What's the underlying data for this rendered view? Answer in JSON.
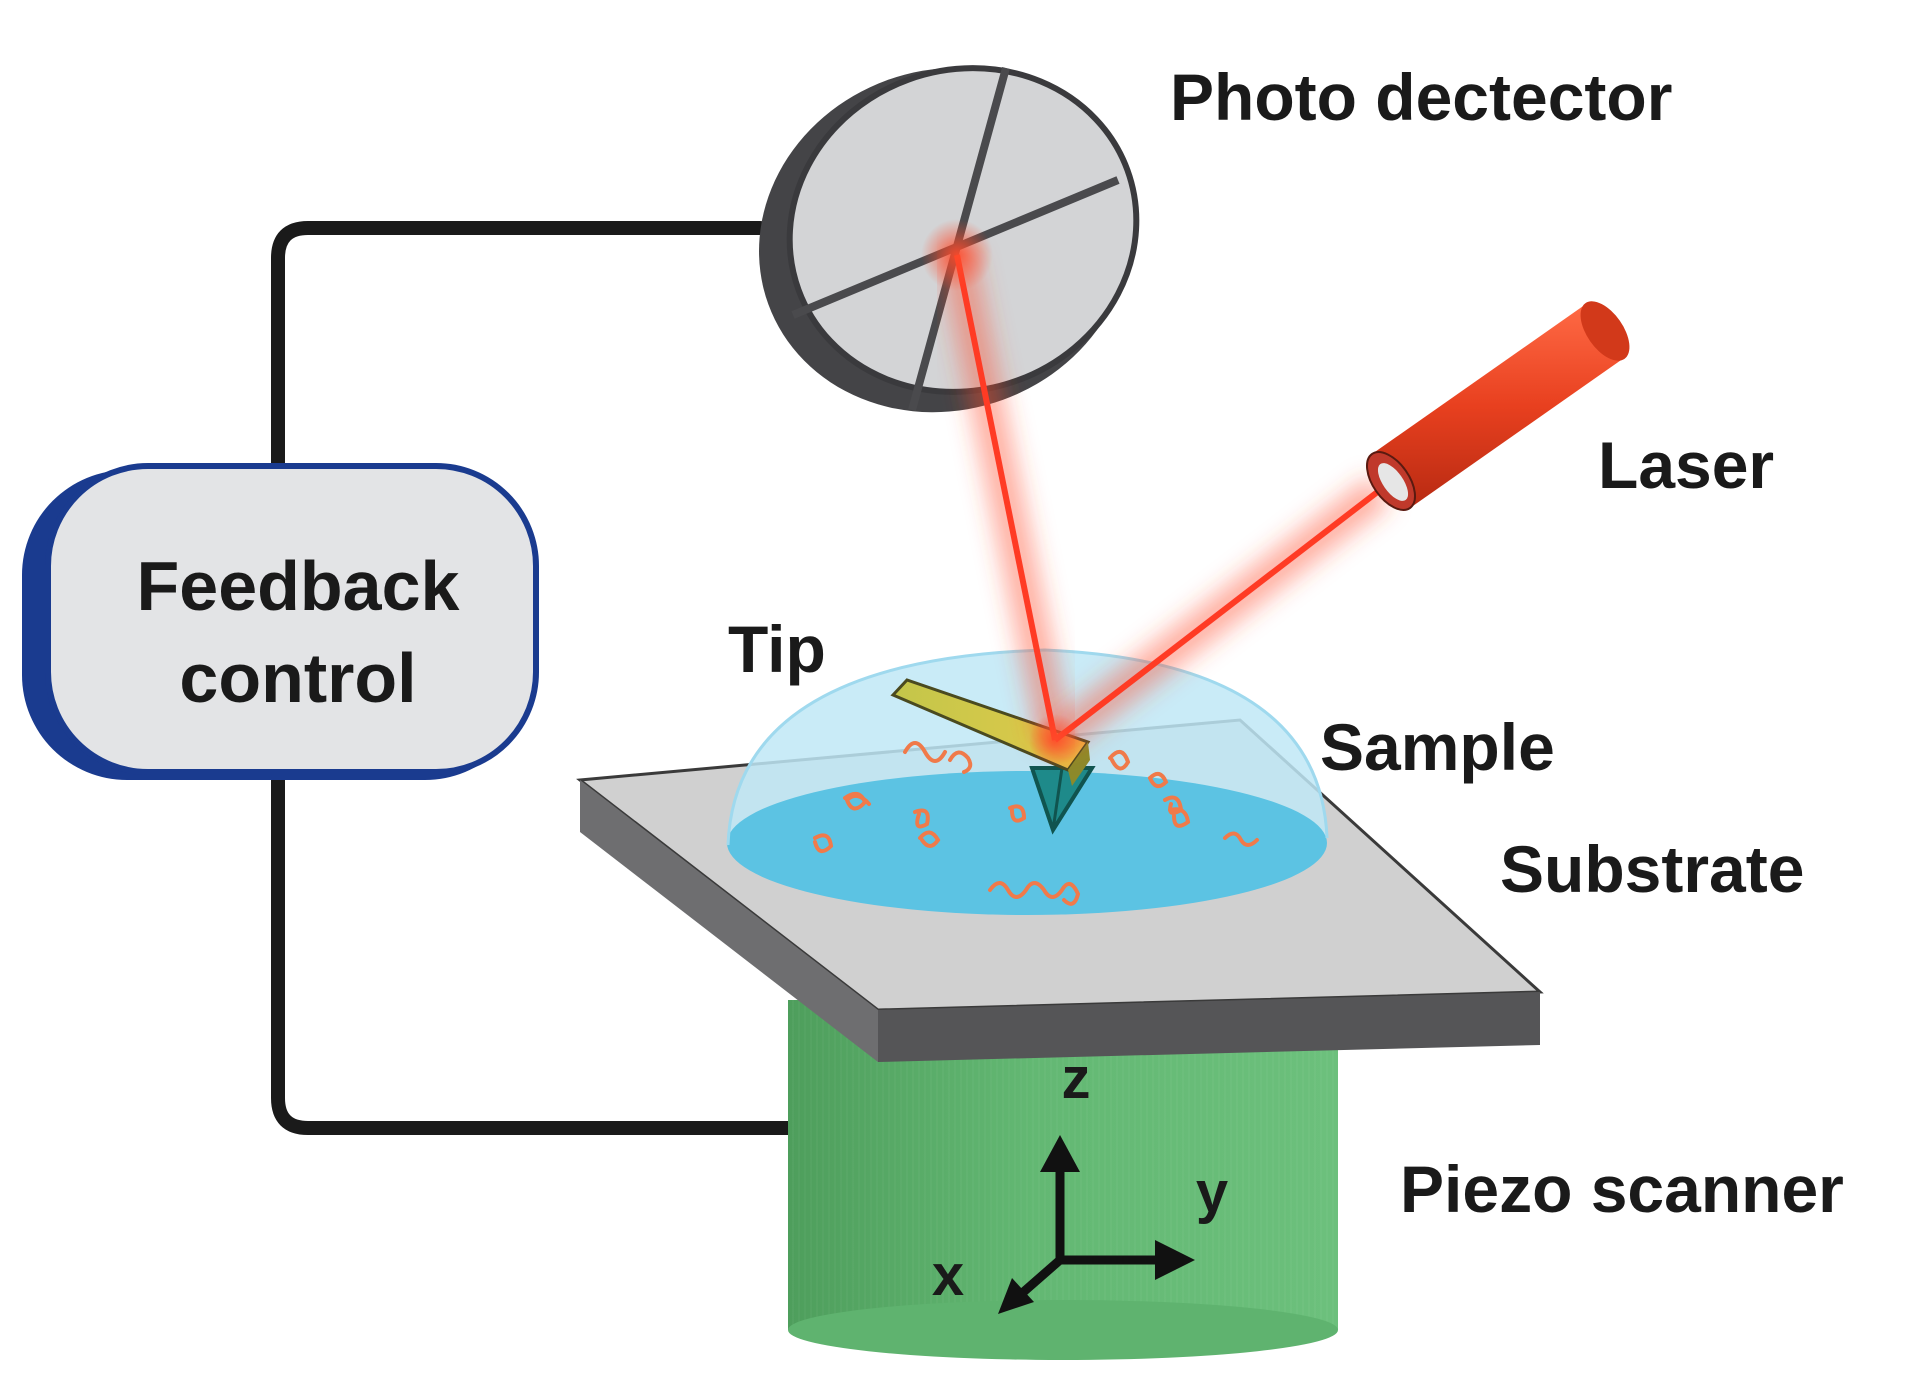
{
  "diagram": {
    "labels": {
      "photo_detector": "Photo dectector",
      "laser": "Laser",
      "tip": "Tip",
      "sample": "Sample",
      "substrate": "Substrate",
      "piezo_scanner": "Piezo scanner",
      "feedback_line1": "Feedback",
      "feedback_line2": "control"
    },
    "axes": {
      "z": "z",
      "y": "y",
      "x": "x"
    },
    "colors": {
      "laser_beam": "#ff3b24",
      "laser_body": "#e8401f",
      "detector_rim": "#4a4a4d",
      "detector_face": "#d3d4d6",
      "feedback_border": "#1a3b8f",
      "feedback_fill": "#e3e4e6",
      "substrate_top": "#cfcfcf",
      "substrate_edge": "#5e5e60",
      "sample_droplet": "#5cc3e3",
      "molecules": "#f07a4a",
      "cantilever": "#c8c84a",
      "piezo": "#5fb36f",
      "wire": "#1a1a1a"
    }
  }
}
